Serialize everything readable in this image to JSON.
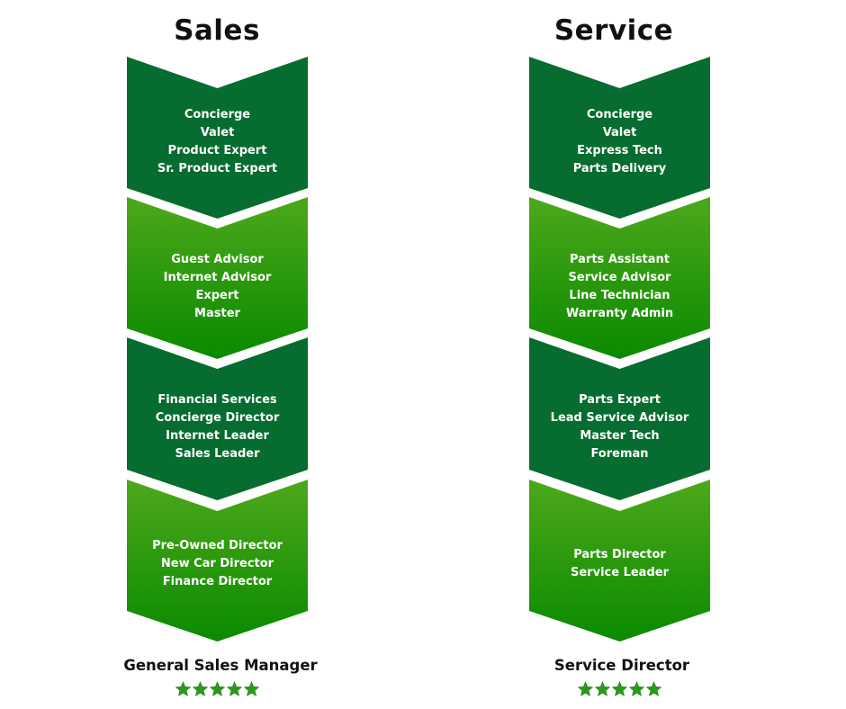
{
  "columns": [
    {
      "title": "Sales",
      "tiers": [
        {
          "tone": "dark",
          "roles": [
            "Concierge",
            "Valet",
            "Product Expert",
            "Sr. Product Expert"
          ]
        },
        {
          "tone": "light",
          "roles": [
            "Guest Advisor",
            "Internet Advisor",
            "Expert",
            "Master"
          ]
        },
        {
          "tone": "dark",
          "roles": [
            "Financial Services",
            "Concierge Director",
            "Internet Leader",
            "Sales Leader"
          ]
        },
        {
          "tone": "light",
          "roles": [
            "Pre-Owned Director",
            "New Car Director",
            "Finance Director"
          ]
        }
      ],
      "top_role": "General Sales Manager",
      "stars": 5
    },
    {
      "title": "Service",
      "tiers": [
        {
          "tone": "dark",
          "roles": [
            "Concierge",
            "Valet",
            "Express Tech",
            "Parts Delivery"
          ]
        },
        {
          "tone": "light",
          "roles": [
            "Parts Assistant",
            "Service Advisor",
            "Line Technician",
            "Warranty Admin"
          ]
        },
        {
          "tone": "dark",
          "roles": [
            "Parts Expert",
            "Lead Service Advisor",
            "Master Tech",
            "Foreman"
          ]
        },
        {
          "tone": "light",
          "roles": [
            "Parts Director",
            "Service Leader"
          ]
        }
      ],
      "top_role": "Service Director",
      "stars": 5
    }
  ],
  "colors": {
    "dark_green": "#066c2f",
    "light_green_top": "#4da81b",
    "light_green_bottom": "#0a8a00",
    "star_green": "#2a9a1a",
    "text_light": "#ffffff",
    "text_dark": "#111111"
  },
  "icons": {
    "rating": "star-icon"
  }
}
